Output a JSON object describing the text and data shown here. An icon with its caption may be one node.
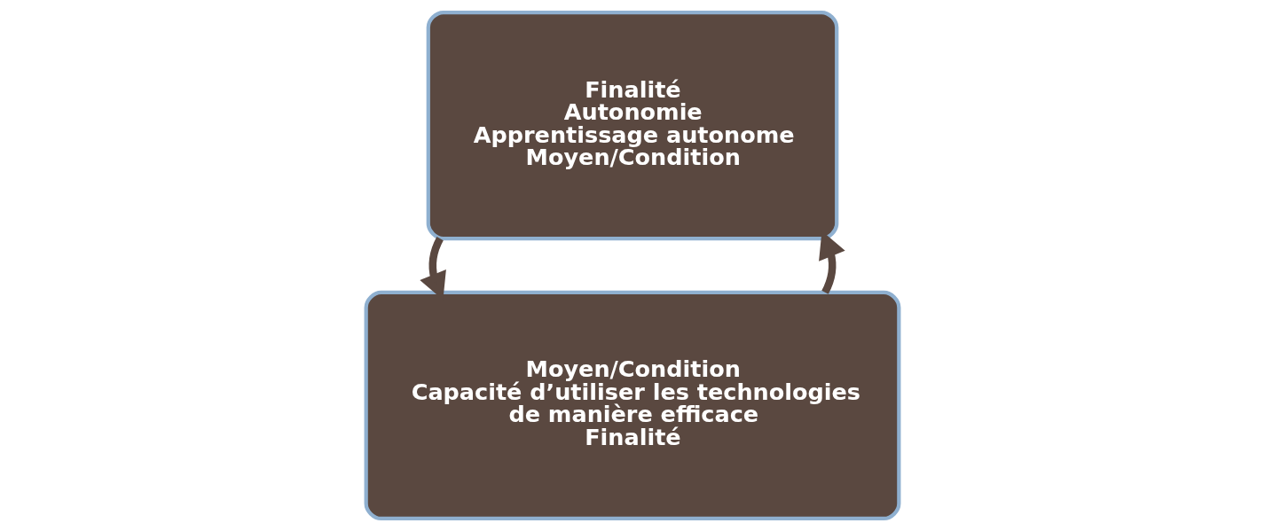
{
  "diagram": {
    "nodes": [
      {
        "text": [
          "Moyen/Condition",
          "Capacité d’utiliser les technologies de manière efficace",
          "Finalité"
        ]
      },
      {
        "text": [
          "Finalité",
          "Autonomie",
          "Apprentissage autonome",
          "Moyen/Condition"
        ]
      }
    ],
    "edges": [
      {
        "from": 0,
        "to": 1,
        "arrow": "to"
      },
      {
        "from": 1,
        "to": 0,
        "arrow": "to"
      }
    ]
  }
}
